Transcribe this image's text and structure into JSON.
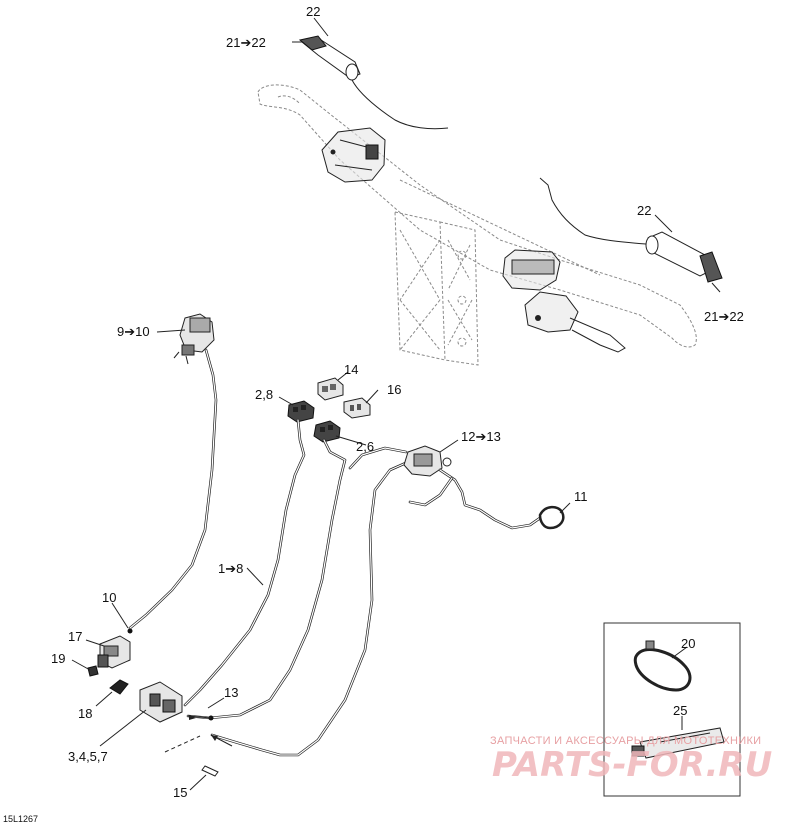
{
  "diagram_id": "15L1267",
  "labels": {
    "l22_top": "22",
    "l21_22_top": "21➔22",
    "l22_right": "22",
    "l21_22_right": "21➔22",
    "l9_10": "9➔10",
    "l14": "14",
    "l16": "16",
    "l2_8": "2,8",
    "l2_6": "2,6",
    "l12_13": "12➔13",
    "l11": "11",
    "l1_8": "1➔8",
    "l10": "10",
    "l17": "17",
    "l19": "19",
    "l18": "18",
    "l13": "13",
    "l3457": "3,4,5,7",
    "l15": "15",
    "l20": "20",
    "l25": "25"
  },
  "watermark": {
    "line1": "ЗАПЧАСТИ И АКСЕССУАРЫ ДЛЯ МОТОТЕХНИКИ",
    "line2": "PARTS-FOR.RU"
  }
}
